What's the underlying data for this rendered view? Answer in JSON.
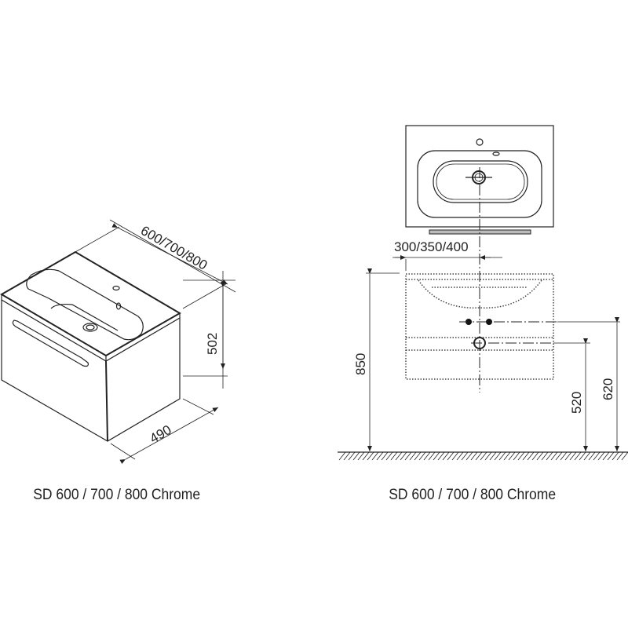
{
  "left_view": {
    "dimensions": {
      "width": "600/700/800",
      "height": "502",
      "depth": "490"
    },
    "caption": "SD 600 / 700 / 800 Chrome"
  },
  "right_view": {
    "dimensions": {
      "drain_offset": "300/350/400",
      "total_height": "850",
      "drain_height": "520",
      "supply_height": "620"
    },
    "caption": "SD 600 / 700 / 800 Chrome"
  }
}
